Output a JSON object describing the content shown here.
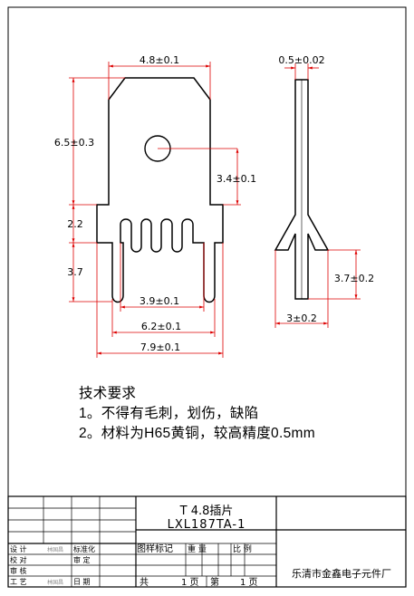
{
  "drawing": {
    "front_view": {
      "top_width": "4.8±0.1",
      "height": "6.5±0.3",
      "hole_offset": "3.4±0.1",
      "gap": "2.2",
      "leg_length": "3.7",
      "inner_width": "3.9±0.1",
      "outer_width": "6.2±0.1",
      "total_width": "7.9±0.1"
    },
    "side_view": {
      "thickness": "0.5±0.02",
      "leg_length": "3.7±0.2",
      "base_width": "3±0.2"
    }
  },
  "notes": {
    "title": "技术要求",
    "items": [
      "1。不得有毛刺，划伤，缺陷",
      "2。材料为H65黄铜，较高精度0.5mm"
    ]
  },
  "title_block": {
    "part_name": "T  4.8插片",
    "part_number": "LXL187TA-1",
    "rows": [
      {
        "label": "设  计",
        "sign": "林国昌",
        "label2": "标准化"
      },
      {
        "label": "校  对",
        "sign": "",
        "label2": "审  定"
      },
      {
        "label": "审  核",
        "sign": "",
        "label2": ""
      },
      {
        "label": "工  艺",
        "sign": "林国昌",
        "label2": "日  期"
      }
    ],
    "mark_label": "图样标记",
    "weight_label": "重  量",
    "scale_label": "比  例",
    "total_label": "共",
    "total_unit": "1  页",
    "sheet_label": "第",
    "sheet_unit": "1  页",
    "company": "乐清市金鑫电子元件厂"
  }
}
